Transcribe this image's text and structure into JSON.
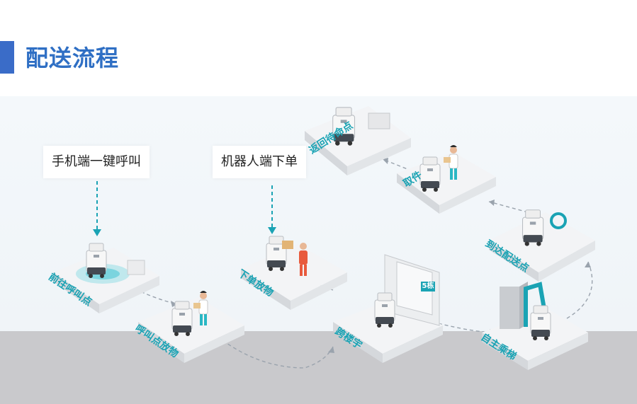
{
  "header": {
    "title": "配送流程"
  },
  "callouts": {
    "phone_call": "手机端一键呼叫",
    "robot_order": "机器人端下单"
  },
  "steps": {
    "go_to_call_point": "前往呼叫点",
    "place_at_call_point": "呼叫点放物",
    "place_order": "下单放物",
    "cross_building": "跨楼宇",
    "elevator": "自主乘梯",
    "arrive_delivery_point": "到达配送点",
    "pickup": "取件",
    "return_standby": "返回待命点"
  },
  "building_tag": "5栋",
  "colors": {
    "accent": "#1aa3b4",
    "title": "#2f6fc4",
    "title_bar": "#3a6cc8",
    "platform_top": "#f3f4f6",
    "platform_side": "#d5d8dc"
  }
}
